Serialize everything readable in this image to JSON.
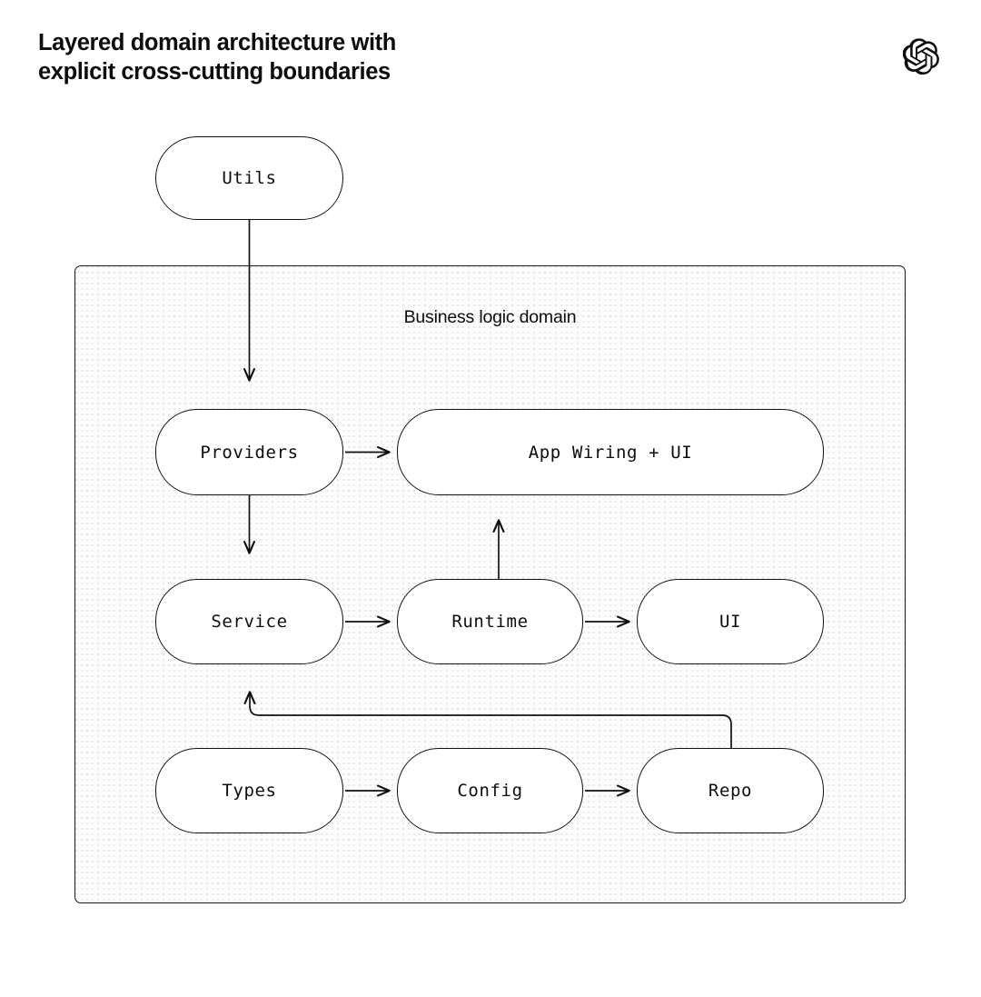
{
  "header": {
    "title": "Layered domain architecture with\nexplicit cross-cutting boundaries",
    "logo_icon": "openai-logo-icon"
  },
  "colors": {
    "page_background": "#ffffff",
    "container_background": "#fcfcfc",
    "container_dot_pattern": "rgba(0,0,0,0.085)",
    "node_background": "#ffffff",
    "stroke": "#111111",
    "text": "#0d0d0d"
  },
  "diagram": {
    "type": "flow-diagram",
    "container": {
      "label": "Business logic domain",
      "members": [
        "Providers",
        "App Wiring + UI",
        "Service",
        "Runtime",
        "UI",
        "Types",
        "Config",
        "Repo"
      ]
    },
    "nodes": [
      {
        "id": "utils",
        "label": "Utils",
        "inside_container": false,
        "row": 0
      },
      {
        "id": "providers",
        "label": "Providers",
        "inside_container": true,
        "row": 1
      },
      {
        "id": "appwiring",
        "label": "App Wiring + UI",
        "inside_container": true,
        "row": 1
      },
      {
        "id": "service",
        "label": "Service",
        "inside_container": true,
        "row": 2
      },
      {
        "id": "runtime",
        "label": "Runtime",
        "inside_container": true,
        "row": 2
      },
      {
        "id": "ui",
        "label": "UI",
        "inside_container": true,
        "row": 2
      },
      {
        "id": "types",
        "label": "Types",
        "inside_container": true,
        "row": 3
      },
      {
        "id": "config",
        "label": "Config",
        "inside_container": true,
        "row": 3
      },
      {
        "id": "repo",
        "label": "Repo",
        "inside_container": true,
        "row": 3
      }
    ],
    "edges": [
      {
        "from": "utils",
        "to": "providers",
        "style": "straight-down",
        "label": ""
      },
      {
        "from": "providers",
        "to": "appwiring",
        "style": "straight-right",
        "label": ""
      },
      {
        "from": "providers",
        "to": "service",
        "style": "straight-down",
        "label": ""
      },
      {
        "from": "service",
        "to": "runtime",
        "style": "straight-right",
        "label": ""
      },
      {
        "from": "runtime",
        "to": "appwiring",
        "style": "straight-up",
        "label": ""
      },
      {
        "from": "runtime",
        "to": "ui",
        "style": "straight-right",
        "label": ""
      },
      {
        "from": "types",
        "to": "config",
        "style": "straight-right",
        "label": ""
      },
      {
        "from": "config",
        "to": "repo",
        "style": "straight-right",
        "label": ""
      },
      {
        "from": "repo",
        "to": "service",
        "style": "elbow-up-left",
        "label": ""
      }
    ]
  }
}
